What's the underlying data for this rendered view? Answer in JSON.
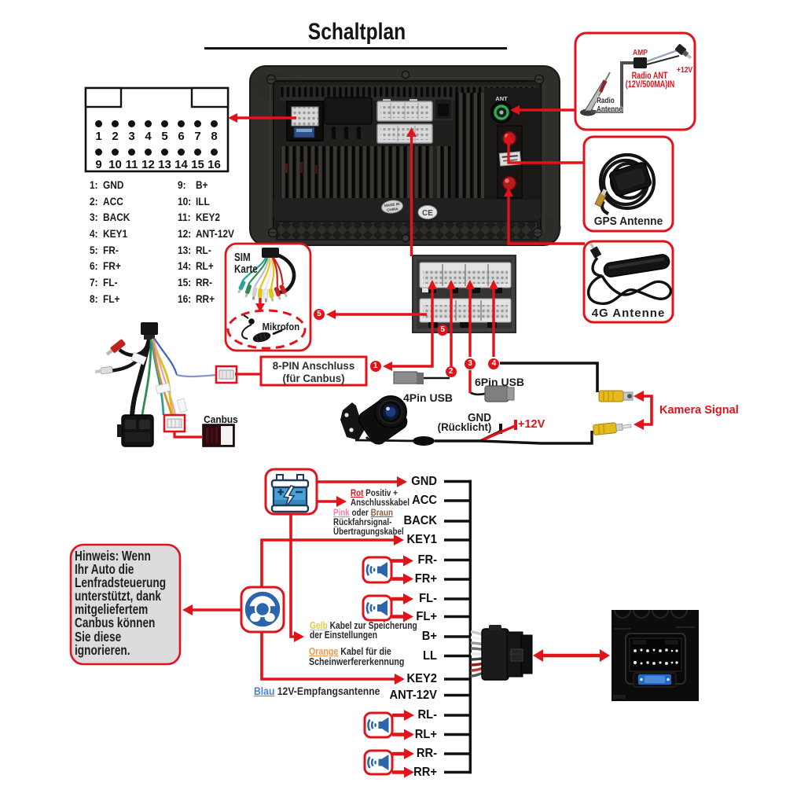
{
  "title": "Schaltplan",
  "pin_diagram": {
    "row1_numbers": [
      "1",
      "2",
      "3",
      "4",
      "5",
      "6",
      "7",
      "8"
    ],
    "row2_numbers": [
      "9",
      "10",
      "11",
      "12",
      "13",
      "14",
      "15",
      "16"
    ]
  },
  "pin_legend": {
    "left": [
      {
        "num": "1:",
        "label": "GND"
      },
      {
        "num": "2:",
        "label": "ACC"
      },
      {
        "num": "3:",
        "label": "BACK"
      },
      {
        "num": "4:",
        "label": "KEY1"
      },
      {
        "num": "5:",
        "label": "FR-"
      },
      {
        "num": "6:",
        "label": "FR+"
      },
      {
        "num": "7:",
        "label": "FL-"
      },
      {
        "num": "8:",
        "label": "FL+"
      }
    ],
    "right": [
      {
        "num": "9:",
        "label": "B+"
      },
      {
        "num": "10:",
        "label": "ILL"
      },
      {
        "num": "11:",
        "label": "KEY2"
      },
      {
        "num": "12:",
        "label": "ANT-12V"
      },
      {
        "num": "13:",
        "label": "RL-"
      },
      {
        "num": "14:",
        "label": "RL+"
      },
      {
        "num": "15:",
        "label": "RR-"
      },
      {
        "num": "16:",
        "label": "RR+"
      }
    ]
  },
  "head_unit": {
    "ant_label": "ANT",
    "made_in_line1": "MADE IN",
    "made_in_line2": "CHINA",
    "ce_label": "CE"
  },
  "radio_box": {
    "amp": "AMP",
    "plus_12v": "+12V",
    "ant_line1": "Radio ANT",
    "ant_line2": "(12V/500MA)IN",
    "antenna_line1": "Radio",
    "antenna_line2": "Antenne"
  },
  "gps_box": {
    "label": "GPS Antenne"
  },
  "lte_box": {
    "label": "4G Antenne"
  },
  "sim_box": {
    "line1": "SIM",
    "line2": "Karte",
    "mikrofon_label": "Mikrofon"
  },
  "callouts": {
    "c1": "1",
    "c2": "2",
    "c3": "3",
    "c4": "4",
    "c5": "5",
    "c5b": "5"
  },
  "canbus": {
    "plug_line1": "8-PIN Anschluss",
    "plug_line2": "(für Canbus)",
    "module_label": "Canbus"
  },
  "usb": {
    "four_pin": "4Pin USB",
    "six_pin": "6Pin USB"
  },
  "camera": {
    "gnd_line1": "GND",
    "gnd_line2": "(Rücklicht)",
    "plus_12v": "+12V",
    "signal_label": "Kamera Signal"
  },
  "harness": {
    "labels": [
      "GND",
      "ACC",
      "BACK",
      "KEY1",
      "FR-",
      "FR+",
      "FL-",
      "FL+",
      "B+",
      "LL",
      "KEY2",
      "ANT-12V",
      "RL-",
      "RL+",
      "RR-",
      "RR+"
    ]
  },
  "notes": {
    "rot_word": "Rot",
    "rot_rest": "Positiv +",
    "rot_line2": "Anschlusskabel",
    "pink_word": "Pink",
    "pink_mid": "oder",
    "braun_word": "Braun",
    "pink_line2": "Rückfahrsignal-",
    "pink_line3": "Übertragungskabel",
    "gelb_word": "Gelb",
    "gelb_rest": "Kabel zur Speicherung",
    "gelb_line2": "der Einstellungen",
    "orange_word": "Orange",
    "orange_rest": "Kabel für die",
    "orange_line2": "Scheinwerfererkennung",
    "blau_word": "Blau",
    "blau_rest": "12V-Empfangsantenne"
  },
  "hinweis": {
    "lines": [
      "Hinweis: Wenn",
      "Ihr Auto die",
      "Lenfradsteuerung",
      "unterstützt, dank",
      "mitgeliefertem",
      "Canbus können",
      "Sie diese",
      "ignorieren."
    ]
  },
  "colors": {
    "accent_red": "#e1131a",
    "icon_blue": "#2b66ad",
    "wire_yellow": "#e2b619"
  }
}
